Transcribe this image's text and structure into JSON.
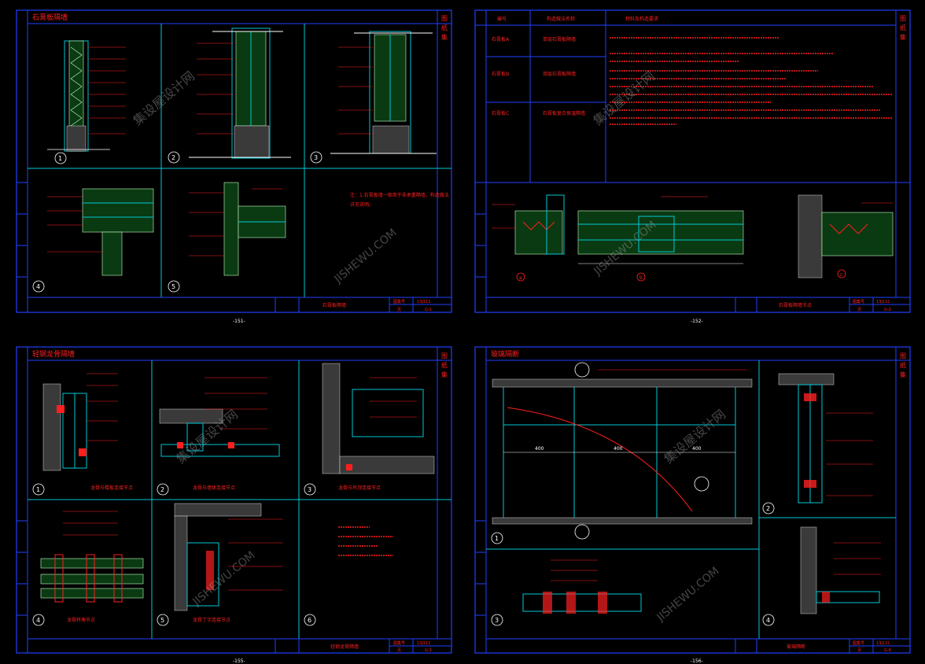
{
  "colors": {
    "background": "#000000",
    "frame": "#1f3fff",
    "detail_frame": "#00c8d6",
    "annotation": "#ff1f1f",
    "dimension": "#ffffff",
    "insulation": "#c8ffc8",
    "title_text": "#ff2020",
    "watermark": "#8a8a8a"
  },
  "sheets": [
    {
      "id": "top-left",
      "header_title": "石膏板隔墙",
      "side_tab": [
        "图",
        "纸",
        "集"
      ],
      "detail_numbers": [
        "1",
        "2",
        "3",
        "4",
        "5"
      ],
      "note_lines": [
        "注：1.石膏板墙一般用于非承重隔墙，构造做法",
        "详见说明。"
      ],
      "title_block": {
        "drawing_name": "石膏板隔墙",
        "figure_no_label": "图集号",
        "figure_no": "13J111",
        "page_label": "页",
        "page_no": "G-1"
      },
      "page_number": "-151-"
    },
    {
      "id": "top-right",
      "table_headers": [
        "编号",
        "构造做法名称",
        "材料及构造要求"
      ],
      "table_rows": [
        {
          "code": "石膏板A",
          "name": "单层石膏板隔墙"
        },
        {
          "code": "石膏板B",
          "name": "双层石膏板隔墙"
        },
        {
          "code": "石膏板C",
          "name": "石膏板复合保温隔墙"
        }
      ],
      "side_tab": [
        "图",
        "纸",
        "集"
      ],
      "detail_labels": [
        "a",
        "b",
        "c"
      ],
      "title_block": {
        "drawing_name": "石膏板隔墙节点",
        "figure_no_label": "图集号",
        "figure_no": "13J111",
        "page_label": "页",
        "page_no": "G-2"
      },
      "page_number": "-152-"
    },
    {
      "id": "bottom-left",
      "header_title": "轻钢龙骨隔墙",
      "side_tab": [
        "图",
        "纸",
        "集"
      ],
      "detail_numbers": [
        "1",
        "2",
        "3",
        "4",
        "5",
        "6"
      ],
      "captions": [
        "龙骨与楼板连接节点",
        "龙骨与墙体连接节点",
        "龙骨与吊顶连接节点",
        "龙骨转角节点",
        "龙骨丁字连接节点"
      ],
      "title_block": {
        "drawing_name": "轻钢龙骨隔墙",
        "figure_no_label": "图集号",
        "figure_no": "13J111",
        "page_label": "页",
        "page_no": "G-3"
      },
      "page_number": "-155-"
    },
    {
      "id": "bottom-right",
      "header_title": "玻璃隔断",
      "side_tab": [
        "图",
        "纸",
        "集"
      ],
      "detail_numbers": [
        "1",
        "2",
        "3",
        "4"
      ],
      "dimensions": [
        "400",
        "400",
        "400"
      ],
      "title_block": {
        "drawing_name": "玻璃隔断",
        "figure_no_label": "图集号",
        "figure_no": "13J111",
        "page_label": "页",
        "page_no": "G-4"
      },
      "page_number": "-156-"
    }
  ],
  "watermarks": [
    "集设屋设计网",
    "JISHEWU.COM"
  ]
}
